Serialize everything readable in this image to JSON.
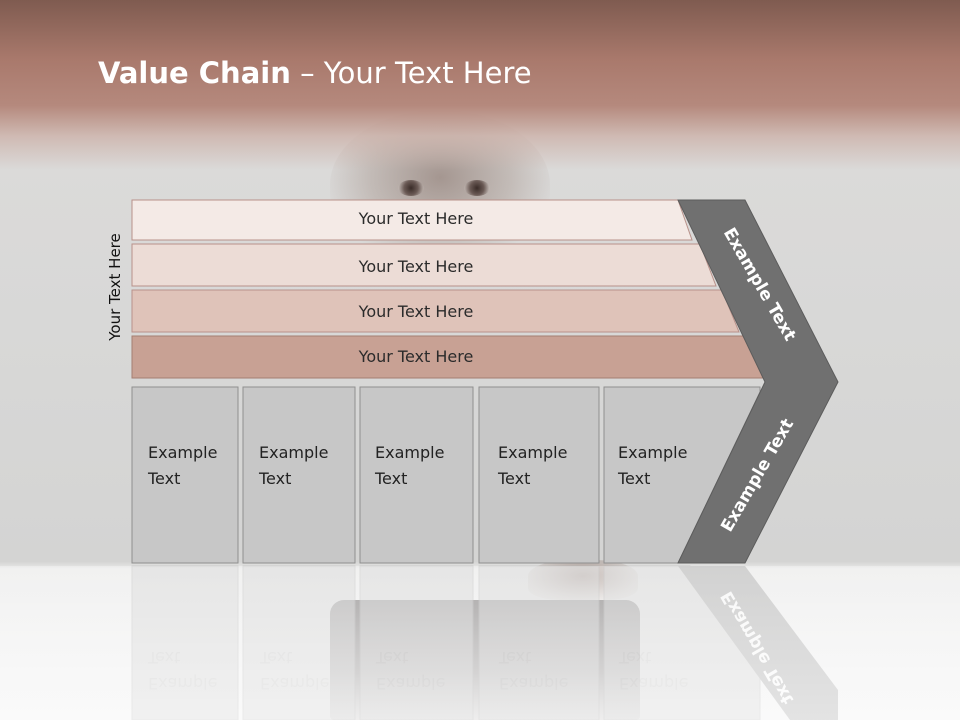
{
  "title": {
    "bold": "Value Chain",
    "rest": " – Your Text Here"
  },
  "side_label": "Your Text Here",
  "bars": [
    {
      "label": "Your Text Here",
      "fill": "#f4eae6"
    },
    {
      "label": "Your Text Here",
      "fill": "#ecdcd6"
    },
    {
      "label": "Your Text Here",
      "fill": "#dfc3b9"
    },
    {
      "label": "Your Text Here",
      "fill": "#c8a194"
    }
  ],
  "boxes": [
    {
      "line1": "Example",
      "line2": "Text"
    },
    {
      "line1": "Example",
      "line2": "Text"
    },
    {
      "line1": "Example",
      "line2": "Text"
    },
    {
      "line1": "Example",
      "line2": "Text"
    },
    {
      "line1": "Example",
      "line2": "Text"
    }
  ],
  "chevron": {
    "top_label": "Example Text",
    "bottom_label": "Example Text",
    "fill": "#707070"
  },
  "colors": {
    "header": "#a9796c",
    "box_fill": "#c7c7c7",
    "box_stroke": "#8f8f8f"
  }
}
